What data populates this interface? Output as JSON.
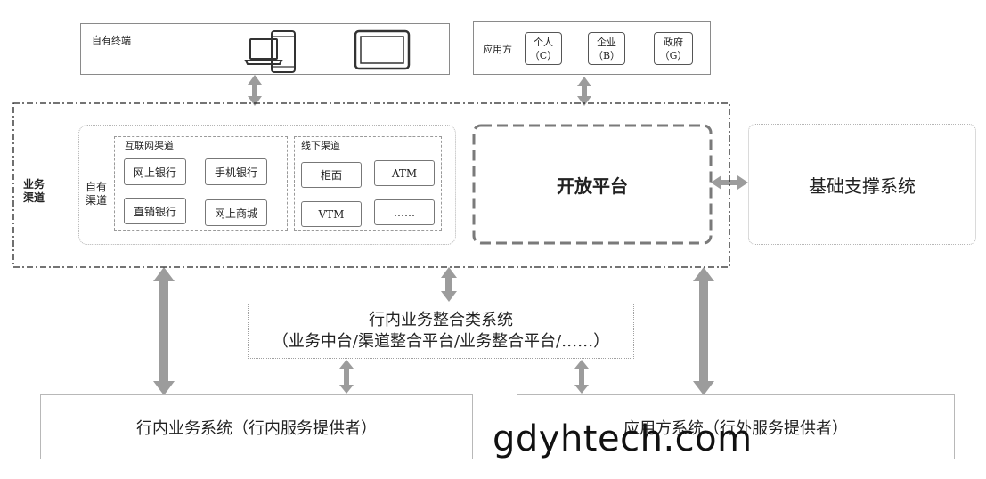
{
  "terminals": {
    "label": "自有终端",
    "devices": [
      "laptop-icon",
      "phone-icon",
      "tablet-icon"
    ]
  },
  "app_party": {
    "label": "应用方",
    "items": [
      {
        "line1": "个人",
        "line2": "（C）"
      },
      {
        "line1": "企业",
        "line2": "（B）"
      },
      {
        "line1": "政府",
        "line2": "（G）"
      }
    ]
  },
  "business_channels": {
    "label_line1": "业务",
    "label_line2": "渠道",
    "own_line1": "自有",
    "own_line2": "渠道",
    "internet": {
      "title": "互联网渠道",
      "items": [
        "网上银行",
        "手机银行",
        "直销银行",
        "网上商城"
      ]
    },
    "offline": {
      "title": "线下渠道",
      "items": [
        "柜面",
        "ATM",
        "VTM",
        "……"
      ]
    }
  },
  "open_platform": {
    "label": "开放平台"
  },
  "basic_support": {
    "label": "基础支撑系统"
  },
  "integration": {
    "line1": "行内业务整合类系统",
    "line2": "（业务中台/渠道整合平台/业务整合平台/……）"
  },
  "internal_systems": {
    "label": "行内业务系统（行内服务提供者）"
  },
  "app_systems": {
    "label": "应用方系统（行外服务提供者）"
  },
  "watermark": {
    "text": "gdyhtech.com"
  },
  "colors": {
    "arrow": "#9c9c9c",
    "border": "#8a8a8a",
    "dashed": "#7a7a7a"
  }
}
